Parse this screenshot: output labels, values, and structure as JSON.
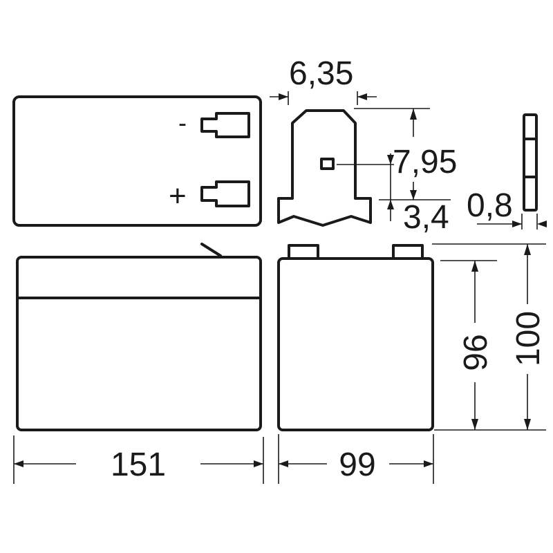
{
  "drawing": {
    "subject": "battery dimension drawing",
    "line_color": "#1a1a1a",
    "background": "#ffffff"
  },
  "top_view": {
    "terminal_negative_symbol": "-",
    "terminal_positive_symbol": "+"
  },
  "terminal_detail": {
    "width_label": "6,35",
    "hole_height_label": "7,95",
    "base_height_label": "3,4",
    "thickness_label": "0,8"
  },
  "front_view": {
    "length_label": "151"
  },
  "side_view": {
    "width_label": "99",
    "case_height_label": "96",
    "total_height_label": "100"
  }
}
